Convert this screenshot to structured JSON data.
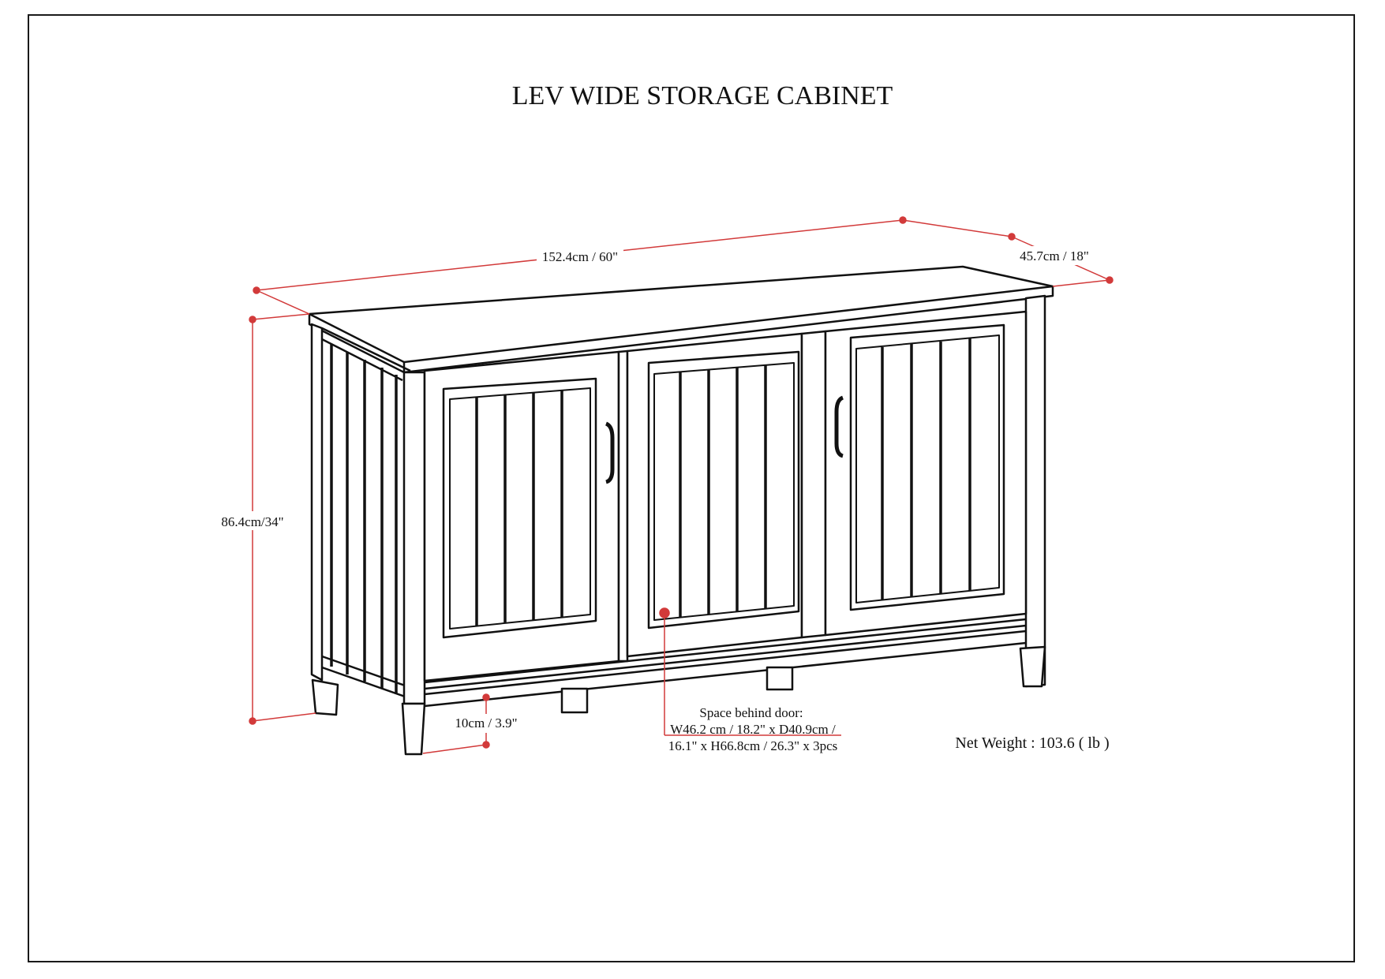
{
  "title": "LEV WIDE STORAGE CABINET",
  "dimensions": {
    "width": "152.4cm / 60\"",
    "depth": "45.7cm / 18\"",
    "height": "86.4cm/34\"",
    "leg_clearance": "10cm / 3.9\""
  },
  "space_behind_door": {
    "line1": "Space behind door:",
    "line2": "W46.2 cm / 18.2\" x D40.9cm /",
    "line3": "16.1\" x H66.8cm / 26.3\" x 3pcs"
  },
  "net_weight": "Net Weight : 103.6 ( lb )",
  "colors": {
    "dimension_line": "#d23a3a",
    "outline": "#111111",
    "background": "#ffffff"
  }
}
